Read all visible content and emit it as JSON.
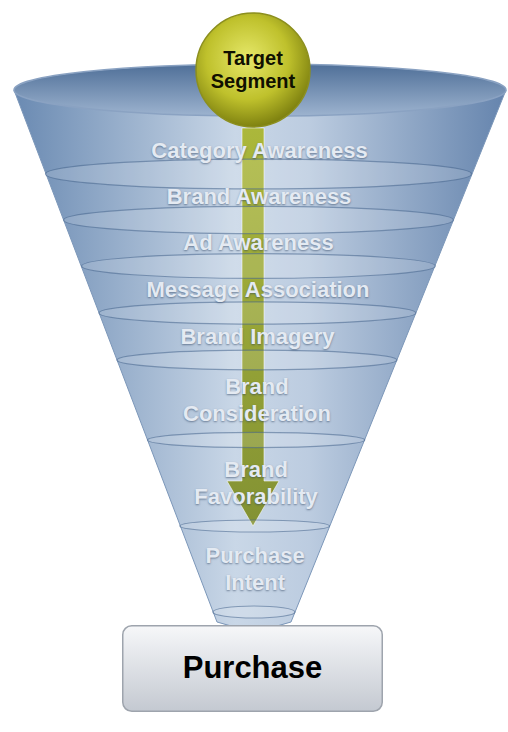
{
  "diagram": {
    "nodes": [
      {
        "text": [
          "Target Segment"
        ]
      },
      {
        "text": [
          "Category Awareness"
        ]
      },
      {
        "text": [
          "Brand Awareness"
        ]
      },
      {
        "text": [
          "Ad Awareness"
        ]
      },
      {
        "text": [
          "Message Association"
        ]
      },
      {
        "text": [
          "Brand Imagery"
        ]
      },
      {
        "text": [
          "Brand Consideration"
        ]
      },
      {
        "text": [
          "Brand Favorability"
        ]
      },
      {
        "text": [
          "Purchase Intent"
        ]
      },
      {
        "text": [
          "Purchase"
        ]
      }
    ],
    "edges": [
      {
        "from": 0,
        "to": 7,
        "arrow": "to"
      }
    ]
  }
}
